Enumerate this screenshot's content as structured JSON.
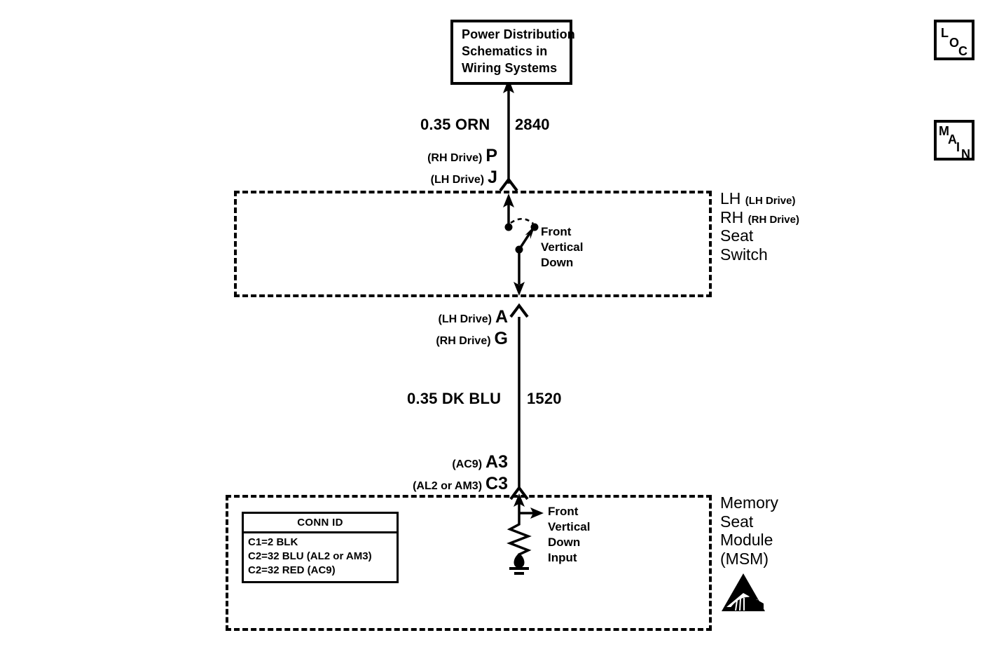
{
  "diagram": {
    "title": "Front Vertical Down — Seat Switch to Memory Seat Module",
    "reference_box": {
      "name": "power-distribution-reference",
      "line1": "Power Distribution",
      "line2": "Schematics in",
      "line3": "Wiring Systems"
    },
    "nav_boxes": [
      {
        "id": "loc",
        "letters": [
          "L",
          "O",
          "C"
        ]
      },
      {
        "id": "main",
        "letters": [
          "M",
          "A",
          "I",
          "N"
        ]
      }
    ],
    "wires": [
      {
        "id": "wire-2840",
        "gauge_color": "0.35 ORN",
        "circuit_number": "2840"
      },
      {
        "id": "wire-1520",
        "gauge_color": "0.35 DK BLU",
        "circuit_number": "1520"
      }
    ],
    "connectors": [
      {
        "id": "seat-switch-top-connector",
        "rows": [
          {
            "qualifier": "(RH Drive)",
            "pin": "P"
          },
          {
            "qualifier": "(LH Drive)",
            "pin": "J"
          }
        ]
      },
      {
        "id": "seat-switch-bottom-connector",
        "rows": [
          {
            "qualifier": "(LH Drive)",
            "pin": "A"
          },
          {
            "qualifier": "(RH Drive)",
            "pin": "G"
          }
        ]
      },
      {
        "id": "msm-connector",
        "rows": [
          {
            "qualifier": "(AC9)",
            "pin": "A3"
          },
          {
            "qualifier": "(AL2 or AM3)",
            "pin": "C3"
          }
        ]
      }
    ],
    "components": [
      {
        "id": "seat-switch",
        "label_lines": [
          {
            "big": "LH",
            "small": "(LH Drive)"
          },
          {
            "big": "RH",
            "small": "(RH Drive)"
          },
          {
            "big": "Seat",
            "small": ""
          },
          {
            "big": "Switch",
            "small": ""
          }
        ],
        "internal_switch_label": [
          "Front",
          "Vertical",
          "Down"
        ]
      },
      {
        "id": "memory-seat-module",
        "label_lines": [
          {
            "big": "Memory",
            "small": ""
          },
          {
            "big": "Seat",
            "small": ""
          },
          {
            "big": "Module",
            "small": ""
          },
          {
            "big": "(MSM)",
            "small": ""
          }
        ],
        "input_label": [
          "Front",
          "Vertical",
          "Down",
          "Input"
        ],
        "esd_symbol": "esd-sensitive-icon"
      }
    ],
    "conn_id_table": {
      "header": "CONN ID",
      "rows": [
        "C1=2 BLK",
        "C2=32 BLU (AL2 or AM3)",
        "C2=32 RED (AC9)"
      ]
    },
    "colors": {
      "ink": "#000000",
      "paper": "#ffffff"
    }
  }
}
